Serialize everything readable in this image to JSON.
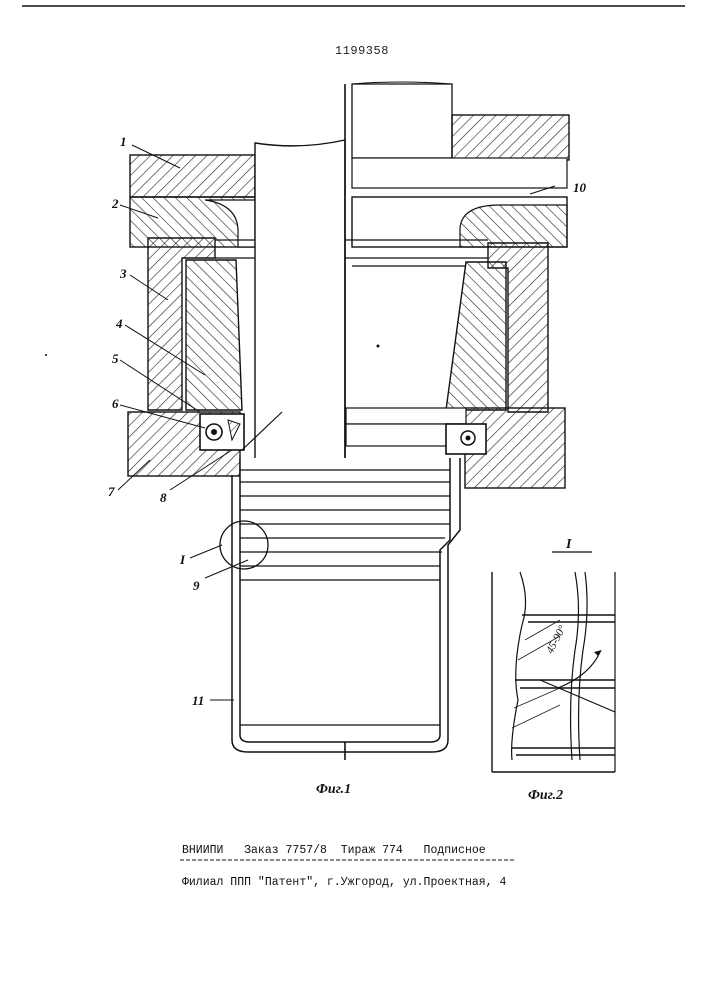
{
  "document_number": "1199358",
  "figure1": {
    "caption": "Фиг.1",
    "callouts": [
      "1",
      "2",
      "3",
      "4",
      "5",
      "6",
      "7",
      "8",
      "9",
      "10",
      "11"
    ],
    "detail_label": "I"
  },
  "figure2": {
    "caption": "Фиг.2",
    "detail_label": "I",
    "angle_label": "45-90°"
  },
  "imprint": {
    "line1": "ВНИИПИ   Заказ 7757/8  Тираж 774   Подписное",
    "line2": "Филиал ППП \"Патент\", г.Ужгород, ул.Проектная, 4"
  }
}
